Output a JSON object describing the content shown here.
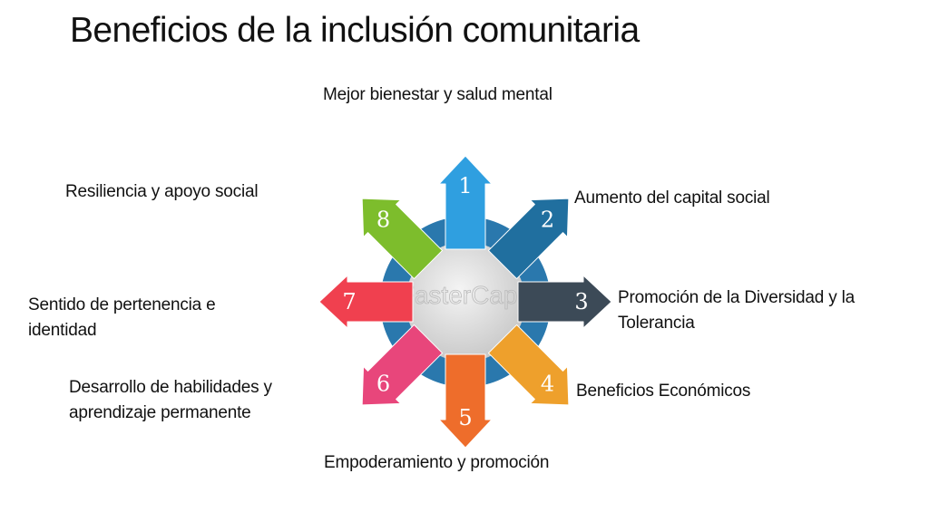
{
  "title": "Beneficios de la inclusión comunitaria",
  "watermark": "FasterCapital",
  "ring_color": "#2a78ad",
  "items": [
    {
      "number": "1",
      "label": "Mejor bienestar y salud mental",
      "color": "#2f9fe0"
    },
    {
      "number": "2",
      "label": "Aumento del capital social",
      "color": "#206f9f"
    },
    {
      "number": "3",
      "label_line1": "Promoción de la Diversidad y la",
      "label_line2": "Tolerancia",
      "color": "#3c4a57"
    },
    {
      "number": "4",
      "label": "Beneficios Económicos",
      "color": "#eea02c"
    },
    {
      "number": "5",
      "label": "Empoderamiento y promoción",
      "color": "#ee6d2b"
    },
    {
      "number": "6",
      "label_line1": "Desarrollo de habilidades y",
      "label_line2": "aprendizaje permanente",
      "color": "#e8467b"
    },
    {
      "number": "7",
      "label_line1": "Sentido de pertenencia e",
      "label_line2": "identidad",
      "color": "#f0404f"
    },
    {
      "number": "8",
      "label": "Resiliencia y apoyo social",
      "color": "#7dbd2c"
    }
  ]
}
